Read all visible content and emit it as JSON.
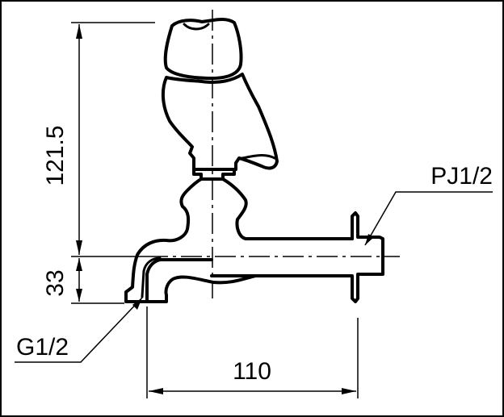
{
  "dimensions": {
    "height_total": "121.5",
    "height_spout": "33",
    "width_spout": "110"
  },
  "thread_labels": {
    "inlet": "G1/2",
    "outlet": "PJ1/2"
  }
}
